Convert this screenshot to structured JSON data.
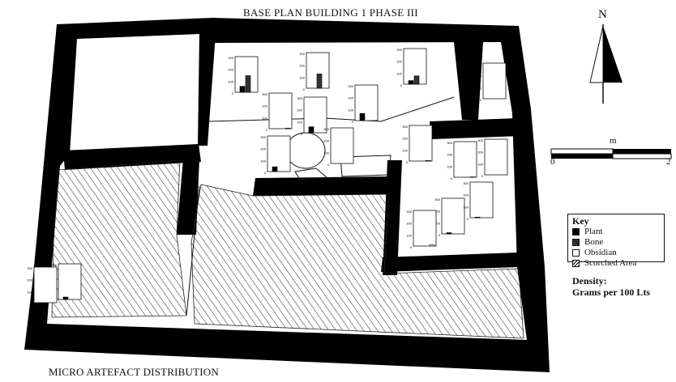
{
  "title": "BASE PLAN BUILDING 1    PHASE III",
  "footer": "MICRO ARTEFACT DISTRIBUTION",
  "north_label": "N",
  "scale": {
    "unit": "m",
    "start": "0",
    "end": "2"
  },
  "key": {
    "title": "Key",
    "items": [
      {
        "label": "Plant",
        "swatch": "solid"
      },
      {
        "label": "Bone",
        "swatch": "hatched-dark"
      },
      {
        "label": "Obsidian",
        "swatch": "empty"
      },
      {
        "label": "Scorched Area",
        "swatch": "diagonal"
      }
    ]
  },
  "density": {
    "line1": "Density:",
    "line2": "Grams per 100 Lts"
  },
  "chart_data": {
    "type": "bar",
    "categories": [
      "Plant",
      "Bone",
      "Obsidian"
    ],
    "ylim": [
      0,
      300
    ],
    "yticks": [
      "300",
      "200",
      "100",
      "0"
    ],
    "series": [
      {
        "values": [
          50,
          140,
          0
        ]
      },
      {
        "values": [
          0,
          120,
          0
        ]
      },
      {
        "values": [
          0,
          0,
          5
        ]
      },
      {
        "values": [
          50,
          0,
          0
        ]
      },
      {
        "values": [
          60,
          0,
          0
        ]
      },
      {
        "values": [
          30,
          70,
          0
        ]
      },
      {
        "values": [
          0,
          0,
          0
        ]
      },
      {
        "values": [
          40,
          0,
          0
        ]
      },
      {
        "values": [
          0,
          0,
          0
        ]
      },
      {
        "values": [
          0,
          0,
          5
        ]
      },
      {
        "values": [
          0,
          0,
          3
        ]
      },
      {
        "values": [
          0,
          0,
          0
        ]
      },
      {
        "values": [
          10,
          0,
          0
        ]
      },
      {
        "values": [
          5,
          0,
          0
        ]
      },
      {
        "values": [
          0,
          0,
          10
        ]
      },
      {
        "values": [
          20,
          0,
          0
        ]
      },
      {
        "values": [
          0,
          0,
          0
        ]
      }
    ]
  }
}
